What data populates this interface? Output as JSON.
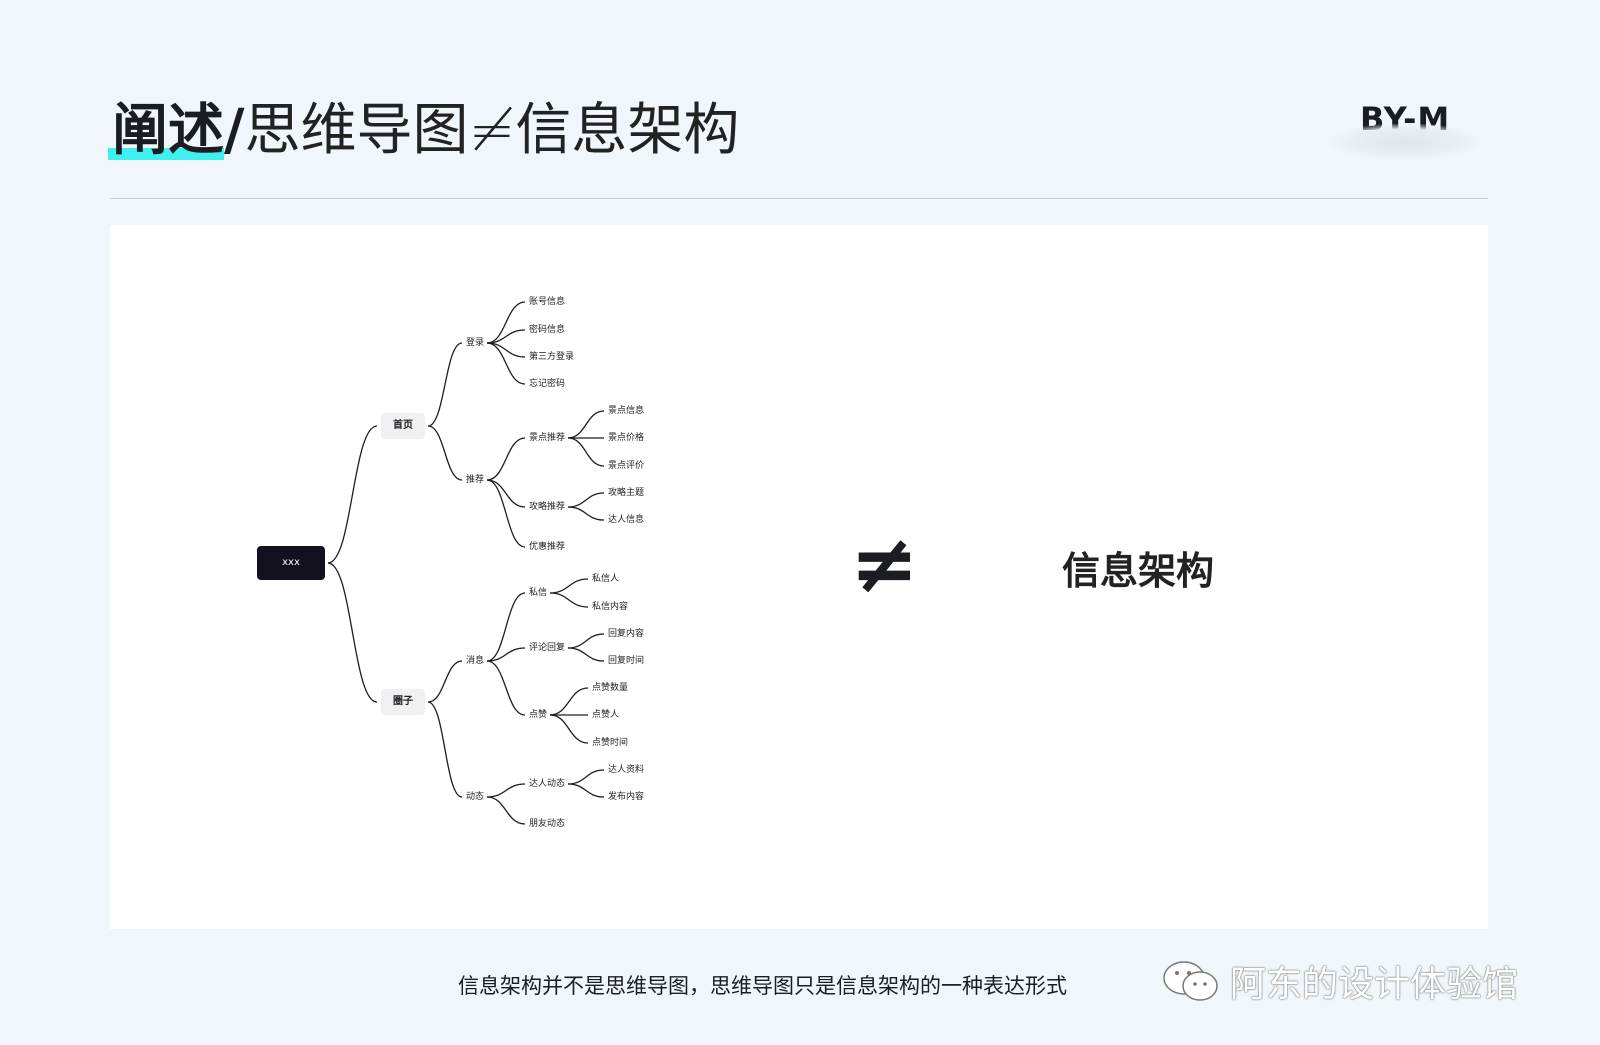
{
  "header": {
    "title_bold": "阐述",
    "title_slash": "/",
    "title_light": "思维导图≠信息架构",
    "brand": "BY-M"
  },
  "mindmap": {
    "label": "xxx",
    "children": [
      {
        "label": "首页",
        "children": [
          {
            "label": "登录",
            "children": [
              {
                "label": "账号信息"
              },
              {
                "label": "密码信息"
              },
              {
                "label": "第三方登录"
              },
              {
                "label": "忘记密码"
              }
            ]
          },
          {
            "label": "推荐",
            "children": [
              {
                "label": "景点推荐",
                "children": [
                  {
                    "label": "景点信息"
                  },
                  {
                    "label": "景点价格"
                  },
                  {
                    "label": "景点评价"
                  }
                ]
              },
              {
                "label": "攻略推荐",
                "children": [
                  {
                    "label": "攻略主题"
                  },
                  {
                    "label": "达人信息"
                  }
                ]
              },
              {
                "label": "优惠推荐"
              }
            ]
          }
        ]
      },
      {
        "label": "圈子",
        "children": [
          {
            "label": "消息",
            "children": [
              {
                "label": "私信",
                "children": [
                  {
                    "label": "私信人"
                  },
                  {
                    "label": "私信内容"
                  }
                ]
              },
              {
                "label": "评论回复",
                "children": [
                  {
                    "label": "回复内容"
                  },
                  {
                    "label": "回复时间"
                  }
                ]
              },
              {
                "label": "点赞",
                "children": [
                  {
                    "label": "点赞数量"
                  },
                  {
                    "label": "点赞人"
                  },
                  {
                    "label": "点赞时间"
                  }
                ]
              }
            ]
          },
          {
            "label": "动态",
            "children": [
              {
                "label": "达人动态",
                "children": [
                  {
                    "label": "达人资料"
                  },
                  {
                    "label": "发布内容"
                  }
                ]
              },
              {
                "label": "朋友动态"
              }
            ]
          }
        ]
      }
    ]
  },
  "comparison": {
    "symbol": "≠",
    "right_label": "信息架构"
  },
  "caption": "信息架构并不是思维导图，思维导图只是信息架构的一种表达形式",
  "watermark": {
    "icon": "wechat-icon",
    "text": "阿东的设计体验馆"
  }
}
